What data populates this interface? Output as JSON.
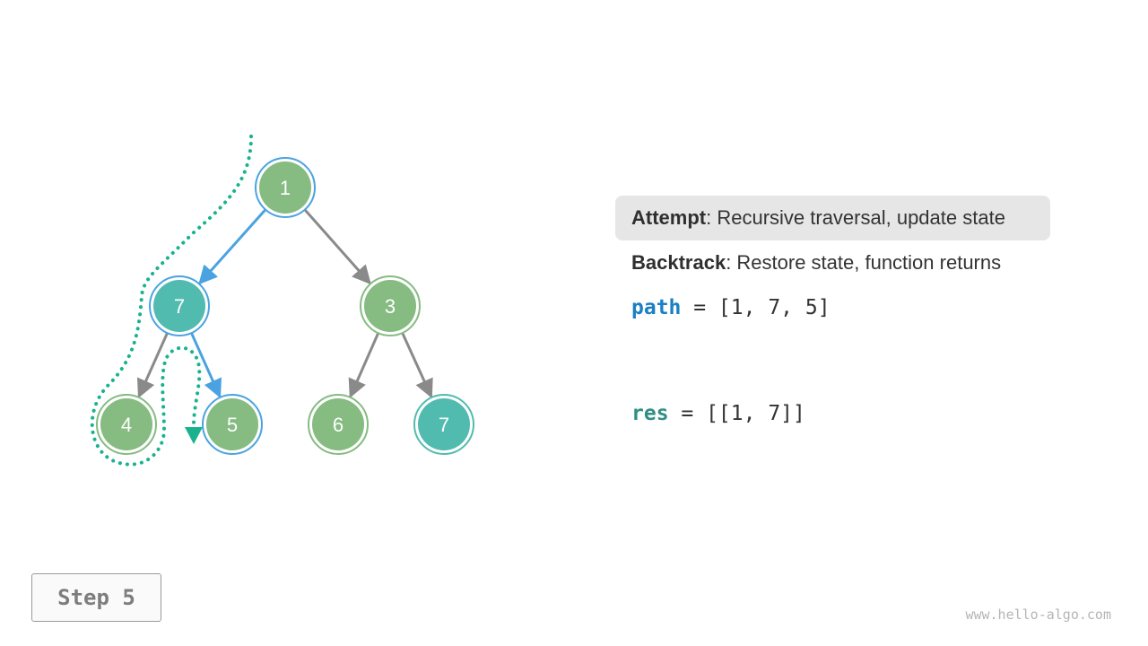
{
  "tree": {
    "nodes": [
      {
        "id": "root",
        "value": "1",
        "state": "visited-path"
      },
      {
        "id": "left",
        "value": "7",
        "state": "selected-path"
      },
      {
        "id": "right",
        "value": "3",
        "state": "default"
      },
      {
        "id": "left-left",
        "value": "4",
        "state": "default"
      },
      {
        "id": "left-right",
        "value": "5",
        "state": "current-path"
      },
      {
        "id": "right-left",
        "value": "6",
        "state": "default"
      },
      {
        "id": "right-right",
        "value": "7",
        "state": "selected"
      }
    ],
    "edges": [
      {
        "from": "root",
        "to": "left",
        "highlighted": true
      },
      {
        "from": "root",
        "to": "right",
        "highlighted": false
      },
      {
        "from": "left",
        "to": "left-left",
        "highlighted": false
      },
      {
        "from": "left",
        "to": "left-right",
        "highlighted": true
      },
      {
        "from": "right",
        "to": "right-left",
        "highlighted": false
      },
      {
        "from": "right",
        "to": "right-right",
        "highlighted": false
      }
    ]
  },
  "legend": {
    "attempt": {
      "keyword": "Attempt",
      "text": ": Recursive traversal, update state"
    },
    "backtrack": {
      "keyword": "Backtrack",
      "text": ": Restore state, function returns"
    }
  },
  "state": {
    "path_name": "path",
    "path_value": " = [1, 7, 5]",
    "res_name": "res",
    "res_value": " = [[1, 7]]"
  },
  "step_label": "Step 5",
  "watermark": "www.hello-algo.com",
  "colors": {
    "node_default": "#86bb82",
    "node_selected": "#52bbaf",
    "path_ring": "#4aa3e0",
    "edge_default": "#8a8a8a",
    "edge_highlight": "#4aa3e0",
    "trace": "#19b28e"
  }
}
